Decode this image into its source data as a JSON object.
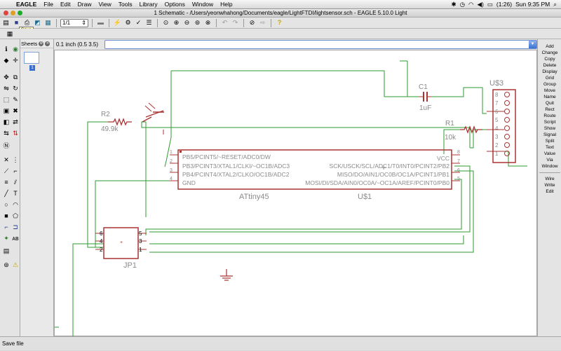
{
  "menubar": {
    "apple": "",
    "items": [
      "EAGLE",
      "File",
      "Edit",
      "Draw",
      "View",
      "Tools",
      "Library",
      "Options",
      "Window",
      "Help"
    ],
    "battery": "(1:26)",
    "clock": "Sun 9:35 PM"
  },
  "window": {
    "title": "1 Schematic - /Users/yeonwhahong/Documents/eagle/LightFTDI/lightsensor.sch - EAGLE 5.10.0 Light"
  },
  "toolbar": {
    "page": "1/1",
    "tooltip": "Save"
  },
  "sheets": {
    "label": "Sheets",
    "current": "1"
  },
  "coordinates": "0.1 inch (0.5 3.5)",
  "commands": [
    "Add",
    "Change",
    "Copy",
    "Delete",
    "Display",
    "Grid",
    "Group",
    "Move",
    "Name",
    "Quit",
    "Rect",
    "Route",
    "Script",
    "Show",
    "Signal",
    "Split",
    "Text",
    "Value",
    "Via",
    "Window",
    "Wire",
    "Write",
    "Edit"
  ],
  "status": "Save file",
  "schematic": {
    "ic": {
      "name": "ATtiny45",
      "ref": "U$1",
      "left_pins": [
        {
          "num": "1",
          "label": "PB5/PCINT5/~RESET/ADC0/DW"
        },
        {
          "num": "2",
          "label": "PB3/PCINT3/XTAL1/CLKI/~OC1B/ADC3"
        },
        {
          "num": "3",
          "label": "PB4/PCINT4/XTAL2/CLKO/OC1B/ADC2"
        },
        {
          "num": "4",
          "label": "GND"
        }
      ],
      "right_pins": [
        {
          "num": "8",
          "label": "VCC"
        },
        {
          "num": "7",
          "label": "SCK/USCK/SCL/ADC1/T0/INT0/PCINT2/PB2"
        },
        {
          "num": "6",
          "label": "MISO/DO/AIN1/OC0B/OC1A/PCINT1/PB1"
        },
        {
          "num": "5",
          "label": "MOSI/DI/SDA/AIN0/OC0A/~OC1A/AREF/PCINT0/PB0"
        }
      ]
    },
    "r2": {
      "name": "R2",
      "value": "49.9k"
    },
    "r1": {
      "name": "R1",
      "value": "10k"
    },
    "c1": {
      "name": "C1",
      "value": "1uF"
    },
    "header": {
      "name": "U$3",
      "pins": [
        "8",
        "7",
        "6",
        "5",
        "4",
        "3",
        "2",
        "1"
      ]
    },
    "jp1": {
      "name": "JP1",
      "pins": [
        "6",
        "5",
        "4",
        "3",
        "2",
        "1"
      ]
    }
  }
}
